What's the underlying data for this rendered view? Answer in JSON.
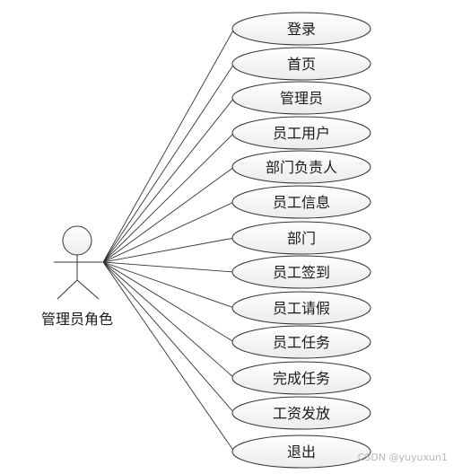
{
  "actor": {
    "label": "管理员角色"
  },
  "use_cases": [
    {
      "label": "登录"
    },
    {
      "label": "首页"
    },
    {
      "label": "管理员"
    },
    {
      "label": "员工用户"
    },
    {
      "label": "部门负责人"
    },
    {
      "label": "员工信息"
    },
    {
      "label": "部门"
    },
    {
      "label": "员工签到"
    },
    {
      "label": "员工请假"
    },
    {
      "label": "员工任务"
    },
    {
      "label": "完成任务"
    },
    {
      "label": "工资发放"
    },
    {
      "label": "退出"
    }
  ],
  "watermark": "CSDN @yuyuxun1"
}
